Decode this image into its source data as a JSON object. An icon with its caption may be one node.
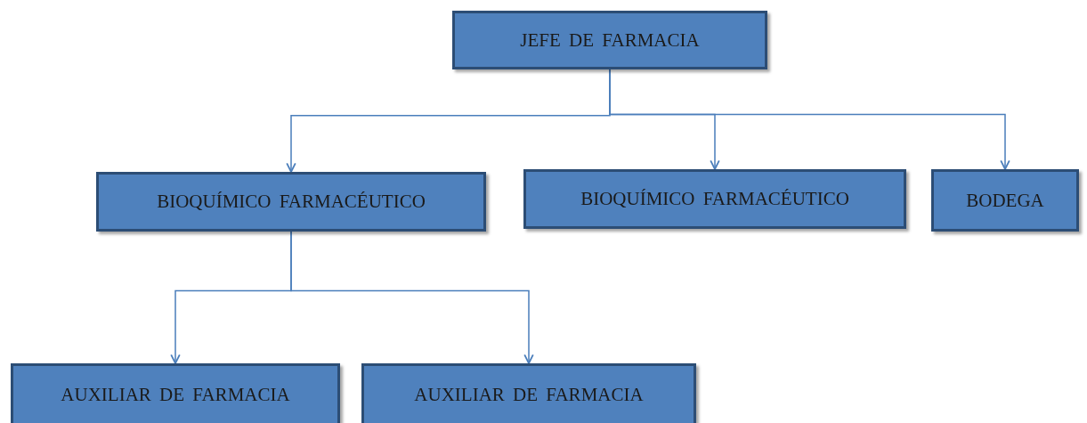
{
  "diagram": {
    "nodes": [
      {
        "text": [
          "JEFE DE FARMACIA"
        ]
      },
      {
        "text": [
          "BIOQUÍMICO FARMACÉUTICO"
        ]
      },
      {
        "text": [
          "BIOQUÍMICO FARMACÉUTICO"
        ]
      },
      {
        "text": [
          "BODEGA"
        ]
      },
      {
        "text": [
          "AUXILIAR DE FARMACIA"
        ]
      },
      {
        "text": [
          "AUXILIAR DE FARMACIA"
        ]
      }
    ],
    "edges": [
      {
        "from": 0,
        "to": 1,
        "arrow": "to"
      },
      {
        "from": 0,
        "to": 2,
        "arrow": "to"
      },
      {
        "from": 0,
        "to": 3,
        "arrow": "to"
      },
      {
        "from": 1,
        "to": 4,
        "arrow": "to"
      },
      {
        "from": 1,
        "to": 5,
        "arrow": "to"
      }
    ]
  }
}
